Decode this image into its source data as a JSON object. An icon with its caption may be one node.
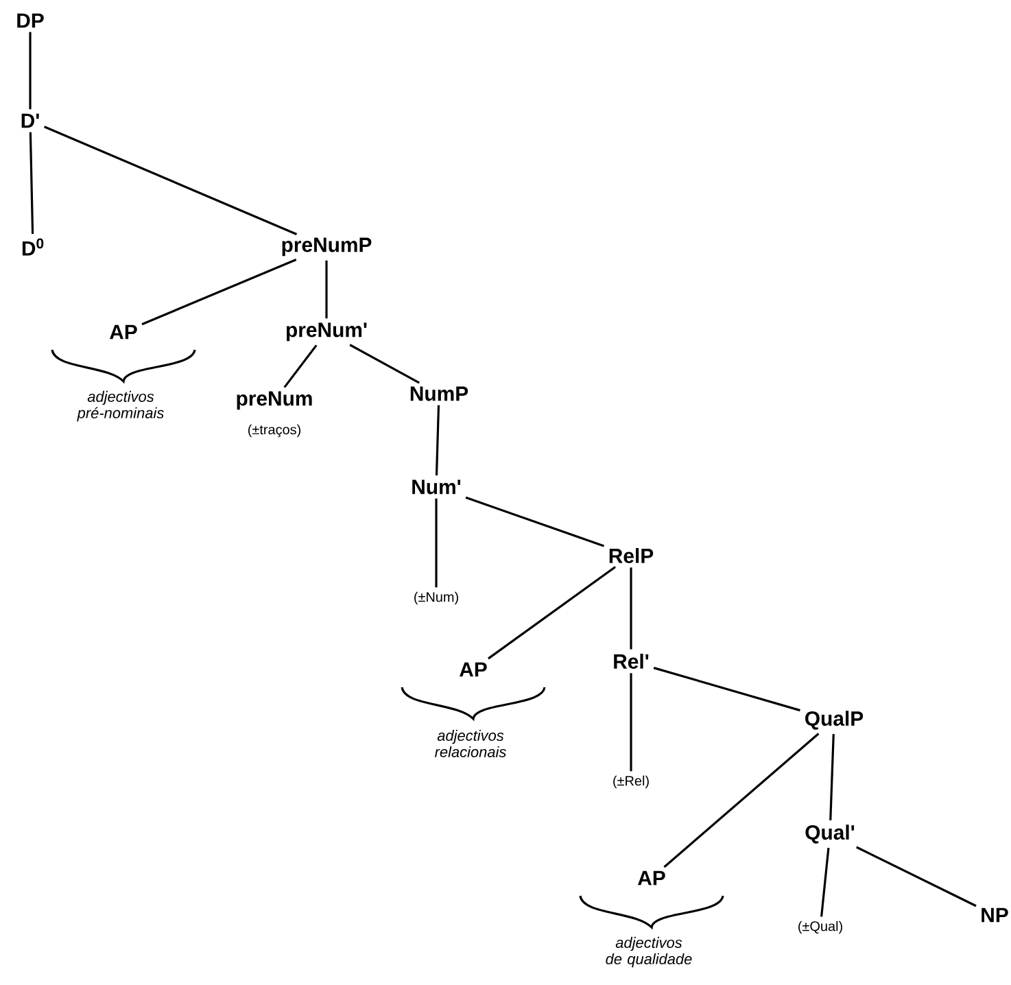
{
  "diagram": {
    "nodes": [
      {
        "text": [
          "DP"
        ]
      },
      {
        "text": [
          "D'"
        ]
      },
      {
        "text": [
          "D$^{0}$"
        ]
      },
      {
        "text": [
          "preNumP"
        ]
      },
      {
        "text": [
          "AP"
        ],
        "beside": [
          "adjectivos pré-nominais"
        ]
      },
      {
        "text": [
          "preNum'"
        ]
      },
      {
        "text": [
          "preNum"
        ],
        "beside": [
          "(±traços)"
        ]
      },
      {
        "text": [
          "NumP"
        ]
      },
      {
        "text": [
          "Num'"
        ]
      },
      {
        "text": [
          "(±Num)"
        ]
      },
      {
        "text": [
          "RelP"
        ]
      },
      {
        "text": [
          "AP"
        ],
        "beside": [
          "adjectivos relacionais"
        ]
      },
      {
        "text": [
          "Rel'"
        ]
      },
      {
        "text": [
          "(±Rel)"
        ]
      },
      {
        "text": [
          "QualP"
        ]
      },
      {
        "text": [
          "AP"
        ],
        "beside": [
          "adjectivos de qualidade"
        ]
      },
      {
        "text": [
          "Qual'"
        ]
      },
      {
        "text": [
          "(±Qual)"
        ]
      },
      {
        "text": [
          "NP"
        ]
      }
    ],
    "edges": [
      {
        "from": 0,
        "to": 1,
        "arrow": "none"
      },
      {
        "from": 1,
        "to": 2,
        "arrow": "none"
      },
      {
        "from": 1,
        "to": 3,
        "arrow": "none"
      },
      {
        "from": 3,
        "to": 4,
        "arrow": "none"
      },
      {
        "from": 3,
        "to": 5,
        "arrow": "none"
      },
      {
        "from": 5,
        "to": 6,
        "arrow": "none"
      },
      {
        "from": 5,
        "to": 7,
        "arrow": "none"
      },
      {
        "from": 7,
        "to": 8,
        "arrow": "none"
      },
      {
        "from": 8,
        "to": 9,
        "arrow": "none"
      },
      {
        "from": 8,
        "to": 10,
        "arrow": "none"
      },
      {
        "from": 10,
        "to": 11,
        "arrow": "none"
      },
      {
        "from": 10,
        "to": 12,
        "arrow": "none"
      },
      {
        "from": 12,
        "to": 13,
        "arrow": "none"
      },
      {
        "from": 12,
        "to": 14,
        "arrow": "none"
      },
      {
        "from": 14,
        "to": 15,
        "arrow": "none"
      },
      {
        "from": 14,
        "to": 16,
        "arrow": "none"
      },
      {
        "from": 16,
        "to": 17,
        "arrow": "none"
      },
      {
        "from": 16,
        "to": 18,
        "arrow": "none"
      }
    ]
  }
}
